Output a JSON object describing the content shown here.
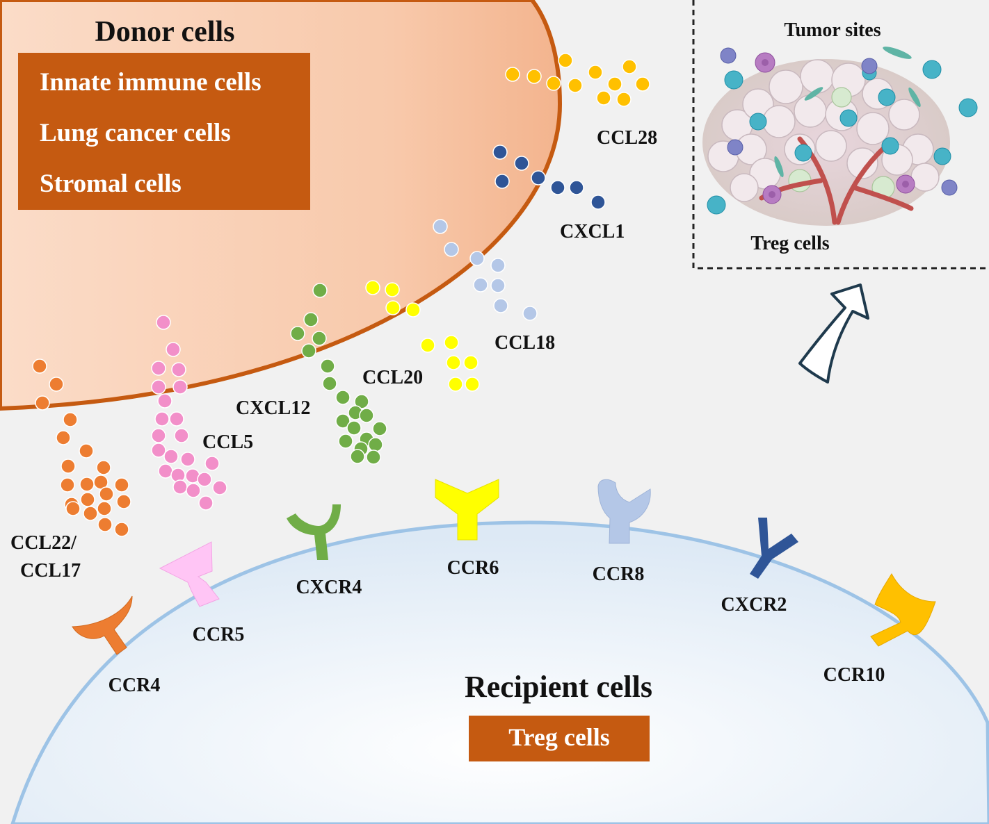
{
  "donor": {
    "title": "Donor cells",
    "items": [
      "Innate immune cells",
      "Lung cancer cells",
      "Stromal cells"
    ],
    "fill_color": "#fbd9c4",
    "border_color": "#c55a11",
    "box_color": "#c55a11"
  },
  "recipient": {
    "title": "Recipient cells",
    "badge": "Treg cells",
    "fill_color": "#e6f0f9",
    "border_color": "#9dc3e6"
  },
  "inset": {
    "title": "Tumor sites",
    "caption": "Treg cells",
    "arrow_icon": "hollow-arrow-up-right-icon"
  },
  "chemokines": [
    {
      "id": "ccl28",
      "label": "CCL28",
      "color": "#ffc000"
    },
    {
      "id": "cxcl1",
      "label": "CXCL1",
      "color": "#2f5597"
    },
    {
      "id": "ccl18",
      "label": "CCL18",
      "color": "#b4c7e7"
    },
    {
      "id": "ccl20",
      "label": "CCL20",
      "color": "#ffff00"
    },
    {
      "id": "cxcl12",
      "label": "CXCL12",
      "color": "#70ad47"
    },
    {
      "id": "ccl5",
      "label": "CCL5",
      "color": "#f28fc9"
    },
    {
      "id": "ccl22",
      "label": "CCL22/ CCL17",
      "label_lines": [
        "CCL22/",
        "CCL17"
      ],
      "color": "#ed7d31"
    }
  ],
  "receptors": [
    {
      "id": "ccr4",
      "label": "CCR4",
      "color": "#ed7d31"
    },
    {
      "id": "ccr5",
      "label": "CCR5",
      "color": "#ffc5f5"
    },
    {
      "id": "cxcr4",
      "label": "CXCR4",
      "color": "#70ad47"
    },
    {
      "id": "ccr6",
      "label": "CCR6",
      "color": "#ffff00"
    },
    {
      "id": "ccr8",
      "label": "CCR8",
      "color": "#b4c7e7"
    },
    {
      "id": "cxcr2",
      "label": "CXCR2",
      "color": "#2f5597"
    },
    {
      "id": "ccr10",
      "label": "CCR10",
      "color": "#ffc000"
    }
  ]
}
